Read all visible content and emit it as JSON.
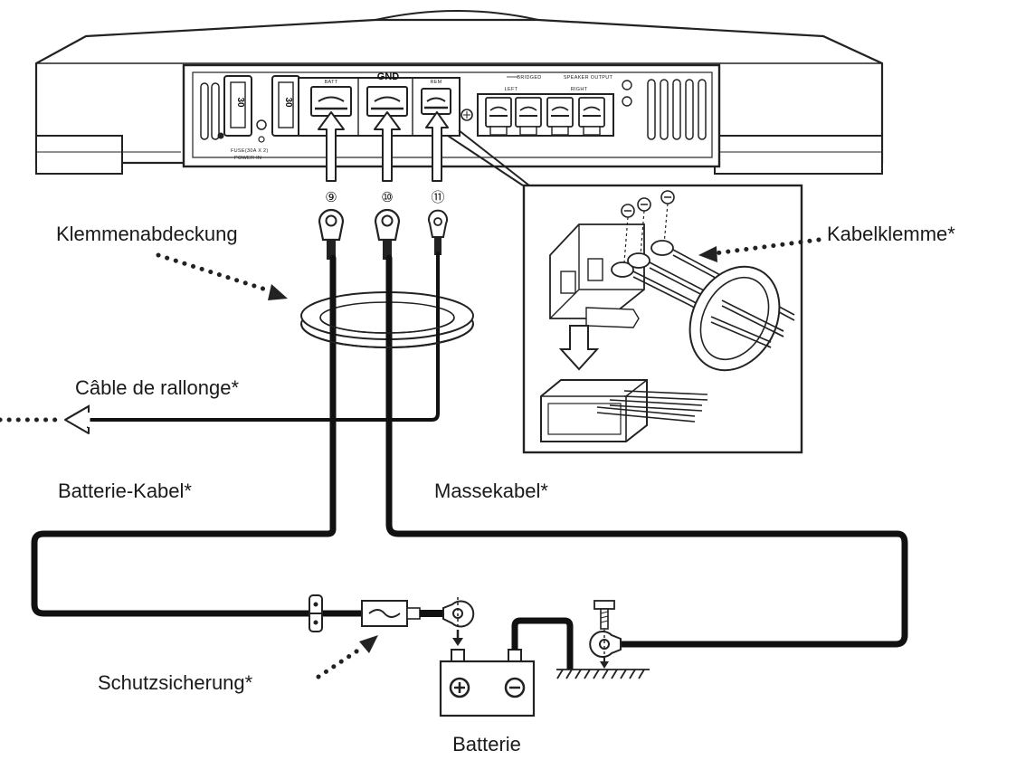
{
  "amplifier": {
    "terminals": {
      "batt": "BATT",
      "gnd": "GND",
      "rem": "REM",
      "bridged": "BRIDGED",
      "speaker_output": "SPEAKER OUTPUT",
      "left": "LEFT",
      "right": "RIGHT"
    },
    "fuse_label": "FUSE(30A X 2)",
    "power_in": "POWER IN",
    "fuse_rating": "30"
  },
  "markers": {
    "n9": "⑨",
    "n10": "⑩",
    "n11": "⑪"
  },
  "labels": {
    "terminal_cover": "Klemmenabdeckung",
    "extension_cable": "Câble de rallonge*",
    "cable_clamp": "Kabelklemme*",
    "battery_cable": "Batterie-Kabel*",
    "ground_cable": "Massekabel*",
    "fuse": "Schutzsicherung*",
    "battery": "Batterie"
  }
}
